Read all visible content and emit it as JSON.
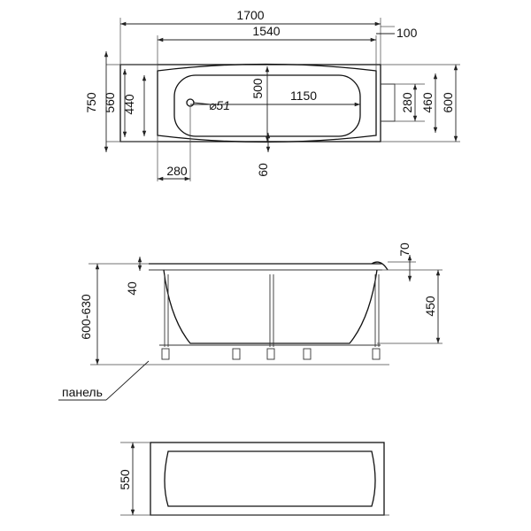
{
  "top_view": {
    "total_length": "1700",
    "inner_length": "1540",
    "rim_right": "100",
    "total_width": "750",
    "inner_width": "560",
    "bottom_width": "440",
    "depth_width": "500",
    "bottom_length": "1150",
    "drain_diameter": "⌀51",
    "offset_left": "280",
    "offset_bottom": "60",
    "right_280": "280",
    "right_460": "460",
    "right_600": "600"
  },
  "side_view": {
    "height_range": "600-630",
    "rim_height": "40",
    "overflow_height": "70",
    "depth": "450",
    "panel_label": "панель"
  },
  "panel_view": {
    "panel_height": "550"
  }
}
